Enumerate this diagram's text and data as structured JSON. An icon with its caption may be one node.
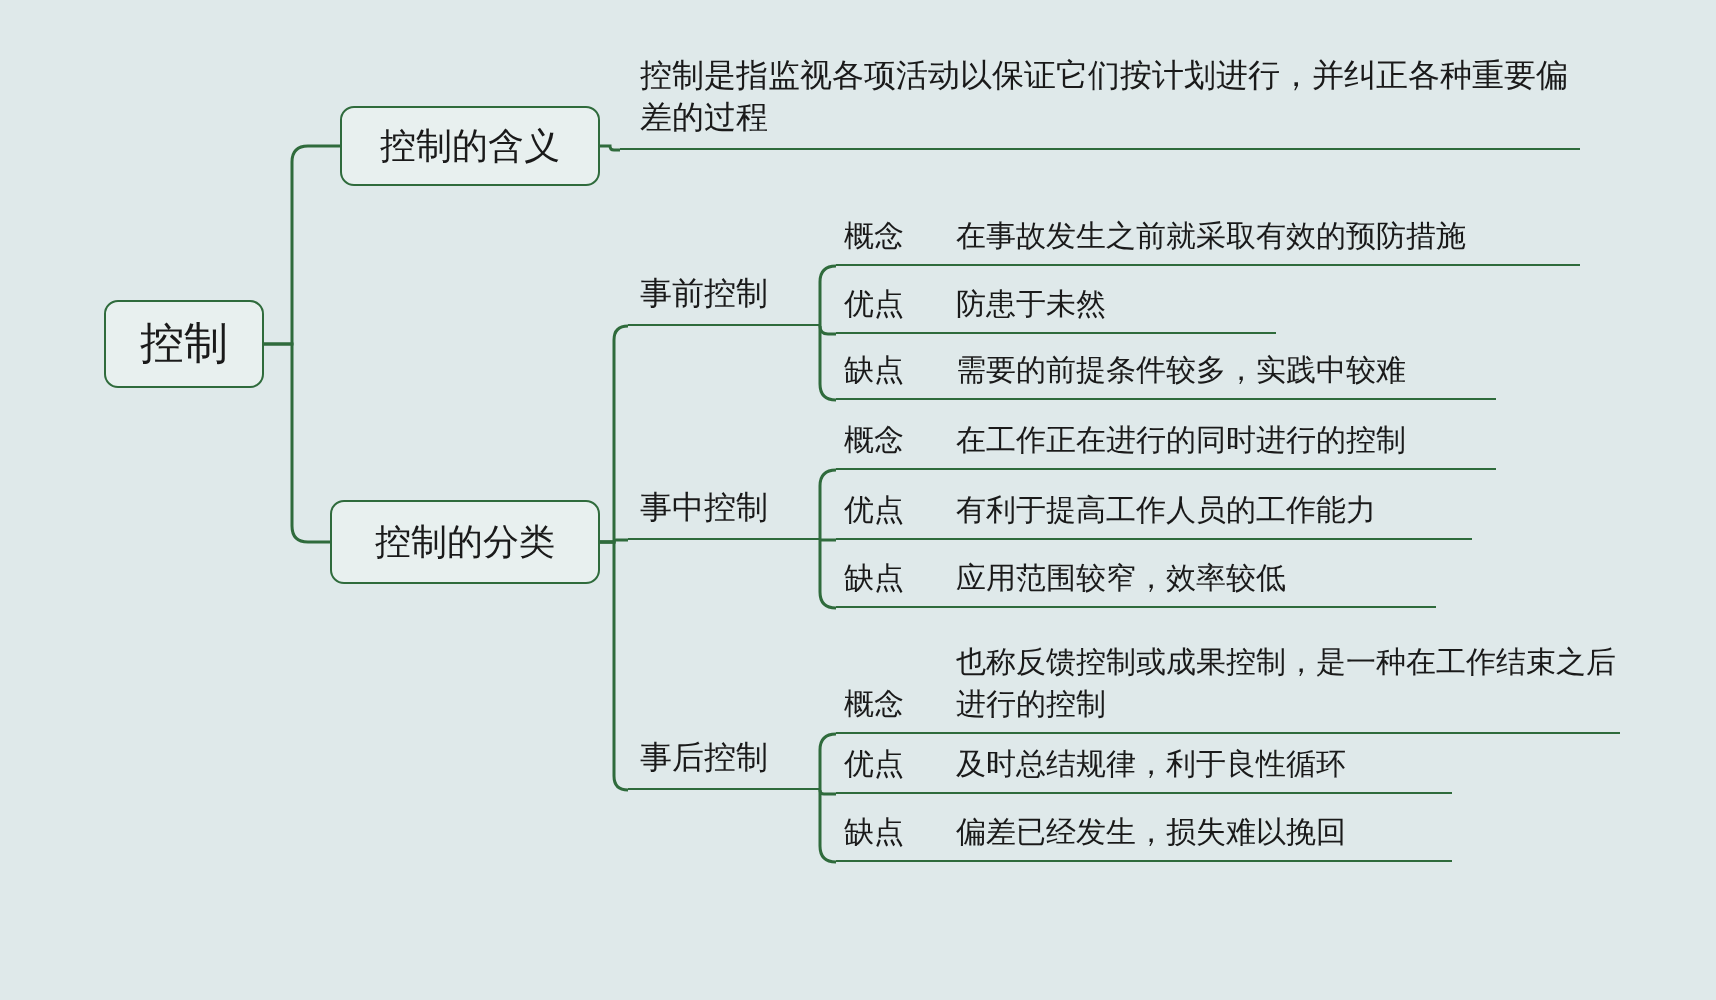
{
  "diagram": {
    "nodes": [
      {
        "text": [
          "控制"
        ]
      },
      {
        "text": [
          "控制的含义"
        ]
      },
      {
        "text": [
          "控制是指监视各项活动以保证它们按计划进行，并纠正各种重要偏差的过程"
        ]
      },
      {
        "text": [
          "控制的分类"
        ]
      },
      {
        "text": [
          "事前控制"
        ]
      },
      {
        "text": [
          "概念",
          "在事故发生之前就采取有效的预防措施"
        ]
      },
      {
        "text": [
          "优点",
          "防患于未然"
        ]
      },
      {
        "text": [
          "缺点",
          "需要的前提条件较多，实践中较难"
        ]
      },
      {
        "text": [
          "事中控制"
        ]
      },
      {
        "text": [
          "概念",
          "在工作正在进行的同时进行的控制"
        ]
      },
      {
        "text": [
          "优点",
          "有利于提高工作人员的工作能力"
        ]
      },
      {
        "text": [
          "缺点",
          "应用范围较窄，效率较低"
        ]
      },
      {
        "text": [
          "事后控制"
        ]
      },
      {
        "text": [
          "概念",
          "也称反馈控制或成果控制，是一种在工作结束之后进行的控制"
        ]
      },
      {
        "text": [
          "优点",
          "及时总结规律，利于良性循环"
        ]
      },
      {
        "text": [
          "缺点",
          "偏差已经发生，损失难以挽回"
        ]
      }
    ],
    "edges": [
      {
        "from": 0,
        "to": 1,
        "arrow": "none"
      },
      {
        "from": 0,
        "to": 3,
        "arrow": "none"
      },
      {
        "from": 1,
        "to": 2,
        "arrow": "none"
      },
      {
        "from": 3,
        "to": 4,
        "arrow": "none"
      },
      {
        "from": 3,
        "to": 8,
        "arrow": "none"
      },
      {
        "from": 3,
        "to": 12,
        "arrow": "none"
      },
      {
        "from": 4,
        "to": 5,
        "arrow": "none"
      },
      {
        "from": 4,
        "to": 6,
        "arrow": "none"
      },
      {
        "from": 4,
        "to": 7,
        "arrow": "none"
      },
      {
        "from": 8,
        "to": 9,
        "arrow": "none"
      },
      {
        "from": 8,
        "to": 10,
        "arrow": "none"
      },
      {
        "from": 8,
        "to": 11,
        "arrow": "none"
      },
      {
        "from": 12,
        "to": 13,
        "arrow": "none"
      },
      {
        "from": 12,
        "to": 14,
        "arrow": "none"
      },
      {
        "from": 12,
        "to": 15,
        "arrow": "none"
      }
    ]
  }
}
